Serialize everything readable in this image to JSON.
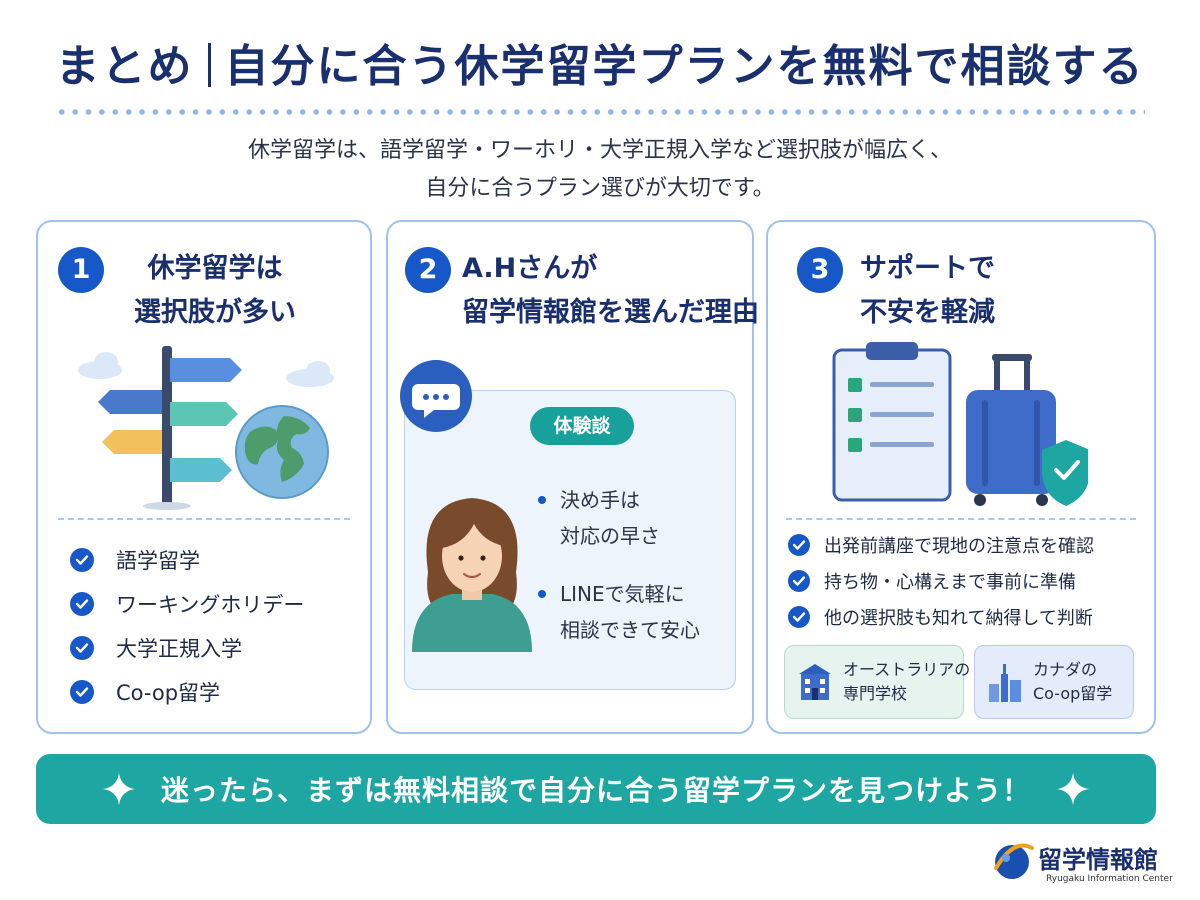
{
  "header": {
    "title_left": "まとめ",
    "title_right": "自分に合う休学留学プランを無料で相談する"
  },
  "intro": {
    "line1": "休学留学は、語学留学・ワーホリ・大学正規入学など選択肢が幅広く、",
    "line2": "自分に合うプラン選びが大切です。"
  },
  "cards": [
    {
      "number": "1",
      "title_line1": "休学留学は",
      "title_line2": "選択肢が多い",
      "items": [
        "語学留学",
        "ワーキングホリデー",
        "大学正規入学",
        "Co-op留学"
      ]
    },
    {
      "number": "2",
      "title_line1": "A.Hさんが",
      "title_line2": "留学情報館を選んだ理由",
      "badge": "体験談",
      "points": [
        {
          "line1": "決め手は",
          "line2": "対応の早さ"
        },
        {
          "line1": "LINEで気軽に",
          "line2": "相談できて安心"
        }
      ]
    },
    {
      "number": "3",
      "title_line1": "サポートで",
      "title_line2": "不安を軽減",
      "items": [
        "出発前講座で現地の注意点を確認",
        "持ち物・心構えまで事前に準備",
        "他の選択肢も知れて納得して判断"
      ],
      "tags": [
        {
          "line1": "オーストラリアの",
          "line2": "専門学校"
        },
        {
          "line1": "カナダの",
          "line2": "Co-op留学"
        }
      ]
    }
  ],
  "banner": {
    "text": "迷ったら、まずは無料相談で自分に合う留学プランを見つけよう！"
  },
  "logo": {
    "name": "留学情報館",
    "sub": "Ryugaku Information Center"
  },
  "colors": {
    "navy": "#1a2f6e",
    "blue": "#1658c7",
    "teal": "#1ea6a3",
    "card_border": "#9ec3ee"
  },
  "icons": [
    "signpost-icon",
    "globe-icon",
    "chat-bubble-icon",
    "woman-avatar-icon",
    "clipboard-icon",
    "suitcase-icon",
    "shield-check-icon",
    "school-building-icon",
    "city-skyline-icon",
    "sparkle-icon",
    "check-icon"
  ]
}
